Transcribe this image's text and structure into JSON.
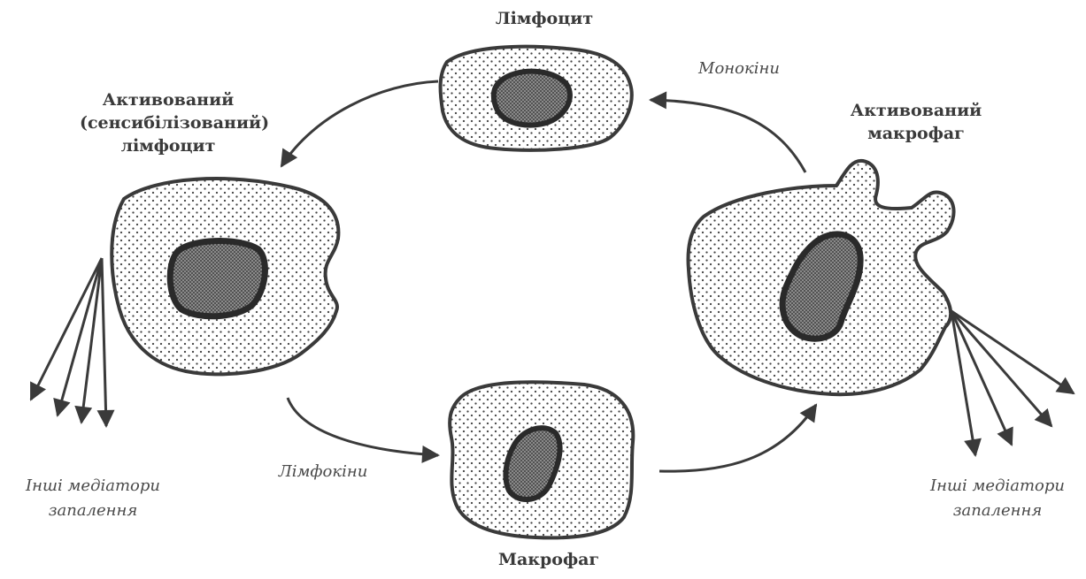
{
  "labels": {
    "lymphocyte": "Лімфоцит",
    "activated_lymphocyte": [
      "Активований",
      "(сенсибілізований)",
      "лімфоцит"
    ],
    "activated_macrophage": [
      "Активований",
      "макрофаг"
    ],
    "macrophage": "Макрофаг",
    "monokines": "Монокіни",
    "lymphokines": "Лімфокіни",
    "other_mediators_left": [
      "Інші медіатори",
      "запалення"
    ],
    "other_mediators_right": [
      "Інші медіатори",
      "запалення"
    ]
  },
  "colors": {
    "outline": "#3a3a3a",
    "dots": "#444444",
    "background": "#ffffff"
  }
}
